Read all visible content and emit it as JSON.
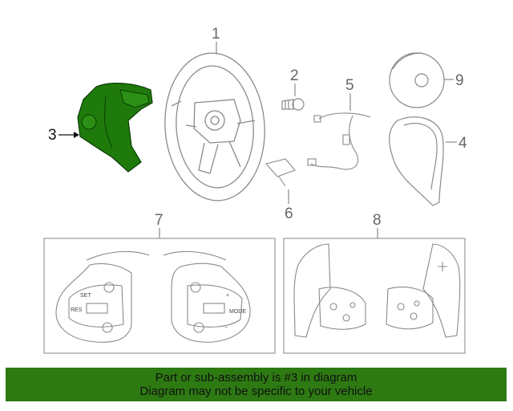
{
  "callouts": {
    "c1": "1",
    "c2": "2",
    "c3": "3",
    "c4": "4",
    "c5": "5",
    "c6": "6",
    "c7": "7",
    "c8": "8",
    "c9": "9"
  },
  "left_control": {
    "set": "SET",
    "res": "RES"
  },
  "right_control": {
    "mode": "MODE",
    "plus": "+",
    "minus": "−"
  },
  "banner": {
    "line1": "Part or sub-assembly is #3 in diagram",
    "line2": "Diagram may not be specific to your vehicle"
  },
  "colors": {
    "highlight": "#1f7a0c",
    "banner": "#2d7a12",
    "line": "#8a8a8a",
    "box_border": "#999999"
  },
  "icons": {
    "highlighted_part": "steering-wheel-lower-cover",
    "panel_left": "left-switch-panel",
    "panel_right": "right-switch-panel",
    "paddles": "paddle-shifters"
  }
}
